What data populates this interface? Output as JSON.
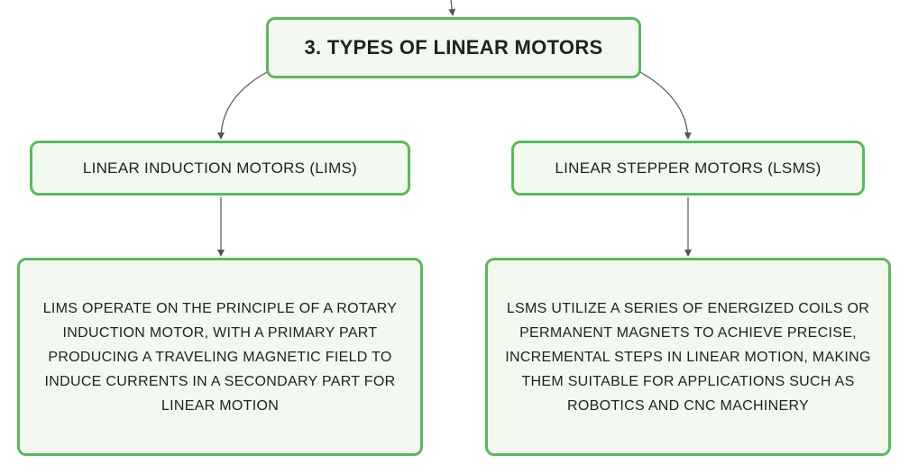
{
  "diagram": {
    "root": {
      "label": "3. TYPES OF LINEAR MOTORS"
    },
    "branches": [
      {
        "label": "LINEAR INDUCTION MOTORS (LIMS)",
        "description": "LIMS OPERATE ON THE PRINCIPLE OF A ROTARY INDUCTION MOTOR, WITH A PRIMARY PART PRODUCING A TRAVELING MAGNETIC FIELD TO INDUCE CURRENTS IN A SECONDARY PART FOR LINEAR MOTION"
      },
      {
        "label": "LINEAR STEPPER MOTORS (LSMS)",
        "description": "LSMS UTILIZE A SERIES OF ENERGIZED COILS OR PERMANENT MAGNETS TO ACHIEVE PRECISE, INCREMENTAL STEPS IN LINEAR MOTION, MAKING THEM SUITABLE FOR APPLICATIONS SUCH AS ROBOTICS AND CNC MACHINERY"
      }
    ],
    "colors": {
      "node_border": "#5cb85c",
      "node_fill": "#f1f9f1",
      "connector": "#555555",
      "text": "#222222"
    }
  }
}
